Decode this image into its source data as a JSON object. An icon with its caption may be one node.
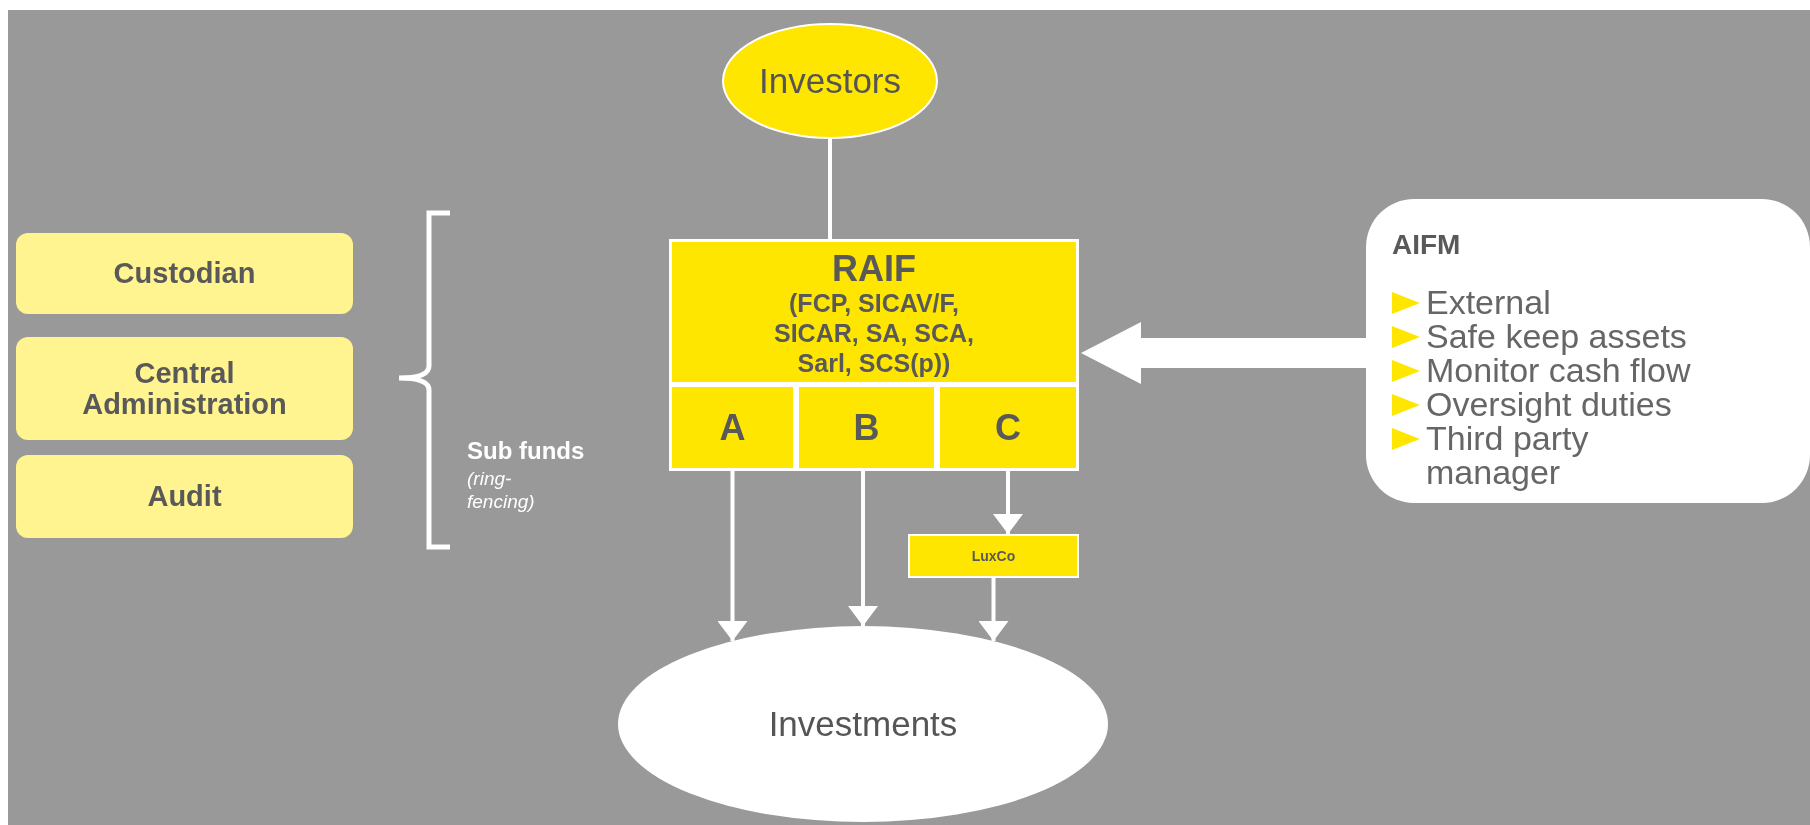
{
  "diagram": {
    "nodes": [
      {
        "text": [
          "Investors"
        ]
      },
      {
        "text": [
          "RAIF",
          "(FCP, SICAV/F, SICAR, SA, SCA, Sarl, SCS(p))"
        ]
      },
      {
        "text": [
          "A"
        ],
        "in": 1
      },
      {
        "text": [
          "B"
        ],
        "in": 1
      },
      {
        "text": [
          "C"
        ],
        "in": 1
      },
      {
        "text": [
          "LuxCo"
        ]
      },
      {
        "text": [
          "Investments"
        ]
      },
      {
        "text": [
          "Custodian"
        ]
      },
      {
        "text": [
          "Central Administration"
        ]
      },
      {
        "text": [
          "Audit"
        ]
      },
      {
        "text": [
          "AIFM",
          "External",
          "Safe keep assets",
          "Monitor cash flow",
          "Oversight duties",
          "Third party manager"
        ]
      }
    ],
    "edges": [
      {
        "from": 0,
        "to": 1,
        "arrow": "none"
      },
      {
        "from": 2,
        "to": 6,
        "arrow": "to"
      },
      {
        "from": 3,
        "to": 6,
        "arrow": "to"
      },
      {
        "from": 4,
        "to": 5,
        "arrow": "to"
      },
      {
        "from": 5,
        "to": 6,
        "arrow": "to"
      },
      {
        "from": 10,
        "to": 1,
        "arrow": "to",
        "style": "thick"
      }
    ],
    "labels": [
      "Sub funds",
      "(ring-fencing)"
    ]
  }
}
